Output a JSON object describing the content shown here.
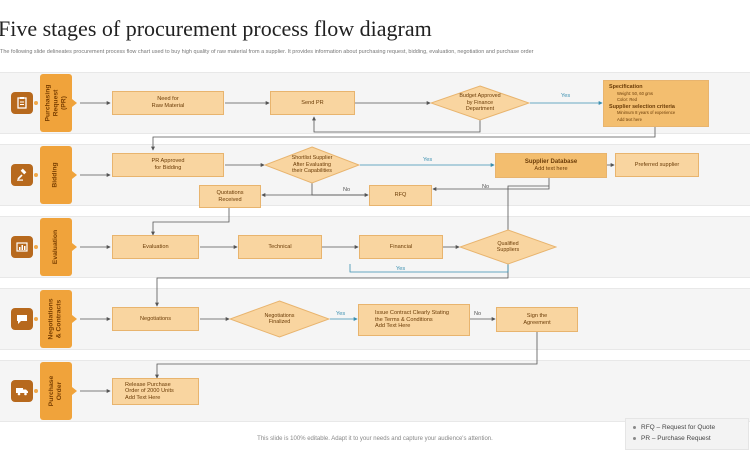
{
  "title": "Five stages of procurement process flow diagram",
  "subtitle": "The following slide delineates procurement process flow chart used to buy high quality of raw material from a supplier. It provides information about purchasing request, bidding, evaluation, negotiation and purchase order",
  "stages": [
    {
      "label": "Purchasing Request (PR)",
      "icon": "clipboard-icon"
    },
    {
      "label": "Bidding",
      "icon": "auction-gavel-icon"
    },
    {
      "label": "Evaluation",
      "icon": "evaluation-chart-icon"
    },
    {
      "label": "Negotiations & Contracts",
      "icon": "chat-bubble-icon"
    },
    {
      "label": "Purchase Order",
      "icon": "delivery-truck-icon"
    }
  ],
  "nodes": {
    "need_raw_material": "Need for\nRaw Material",
    "send_pr": "Send PR",
    "budget_approved": "Budget Approved\nby Finance\nDepartment",
    "spec_title": "Specification",
    "spec_lines": [
      "Weight: 50, 60 gms",
      "Color: Red"
    ],
    "criteria_title": "Supplier selection criteria",
    "criteria_lines": [
      "Minimum 8 years of experience",
      "Add text here"
    ],
    "pr_approved": "PR Approved\nfor Bidding",
    "shortlist": "Shortlist Supplier\nAfter Evaluating\ntheir Capabilities",
    "supplier_db_title": "Supplier Database",
    "supplier_db_sub": "Add text here",
    "preferred_supplier": "Preferred supplier",
    "quotations": "Quotations\nReceived",
    "rfq": "RFQ",
    "evaluation": "Evaluation",
    "technical": "Technical",
    "financial": "Financial",
    "qualified": "Qualified\nSuppliers",
    "negotiations": "Negotiations",
    "negotiations_finalized": "Negotiations\nFinalized",
    "issue_contract": "Issue Contract Clearly Stating\nthe Terms & Conditions\nAdd Text Here",
    "sign_agreement": "Sign the\nAgreement",
    "release_po": "Release Purchase\nOrder of 2000 Units\nAdd Text Here"
  },
  "edge_labels": {
    "yes_budget": "Yes",
    "yes_shortlist": "Yes",
    "no_1": "No",
    "no_2": "No",
    "yes_qualified": "Yes",
    "yes_negotiation": "Yes",
    "no_negotiation": "No"
  },
  "legend": [
    "RFQ – Request for Quote",
    "PR – Purchase Request"
  ],
  "footer": "This slide is 100% editable. Adapt it to your needs and capture your audience's attention.",
  "colors": {
    "node_fill": "#f9d5a0",
    "stage_tab": "#f0a33b",
    "icon_bg": "#b7691d",
    "arrow": "#555555",
    "yes_label": "#3a8fb0"
  }
}
